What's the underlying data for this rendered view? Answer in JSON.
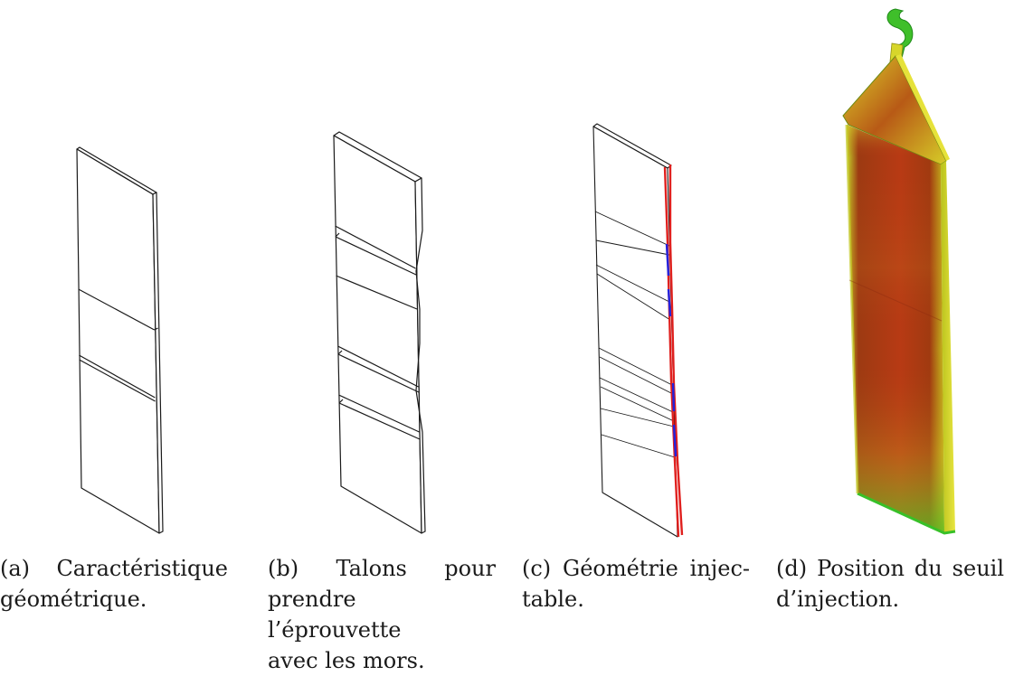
{
  "figure": {
    "subfigures": [
      {
        "label": "(a)",
        "caption_lines": [
          "(a)  Caractéristique",
          "géométrique."
        ]
      },
      {
        "label": "(b)",
        "caption_lines": [
          "(b)  Talons  pour",
          "prendre l’éprouvette",
          "avec les mors."
        ]
      },
      {
        "label": "(c)",
        "caption_lines": [
          "(c) Géométrie injec-",
          "table."
        ]
      },
      {
        "label": "(d)",
        "caption_lines": [
          "(d) Position du seuil",
          "d’injection."
        ]
      }
    ],
    "colors": {
      "line": "#1a1a1a",
      "red_edge": "#e0201e",
      "blue_edge": "#2222dd",
      "sim_red": "#b02a12",
      "sim_yellow": "#e4e12a",
      "sim_green": "#22b820"
    }
  }
}
